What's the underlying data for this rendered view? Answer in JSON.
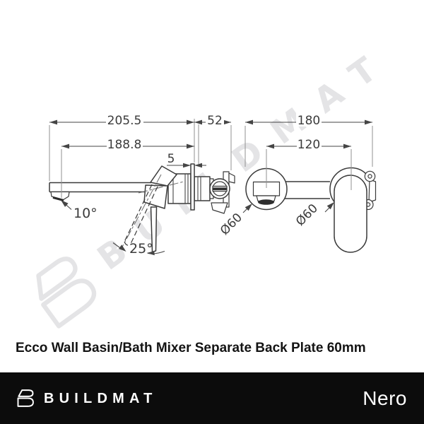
{
  "title": "Ecco Wall Basin/Bath Mixer Separate Back Plate 60mm",
  "drawing": {
    "dims": {
      "total_length": "205.5",
      "spout_projection": "188.8",
      "body_depth": "52",
      "plate_thickness": "5",
      "spout_angle": "10°",
      "handle_swing_angle": "25°",
      "overall_width": "180",
      "hole_centres": "120",
      "spout_plate_dia": "Ø60",
      "mixer_plate_dia": "Ø60"
    },
    "colors": {
      "object_line": "#3a3a3a",
      "dimension_line": "#454545",
      "extension_line": "#909090"
    }
  },
  "watermark": {
    "letters": "BUILDMAT",
    "color": "#e4e4e6"
  },
  "footer": {
    "brand": "BUILDMAT",
    "sub_brand": "Nero",
    "background": "#0c0c0c",
    "text_color": "#ffffff"
  }
}
